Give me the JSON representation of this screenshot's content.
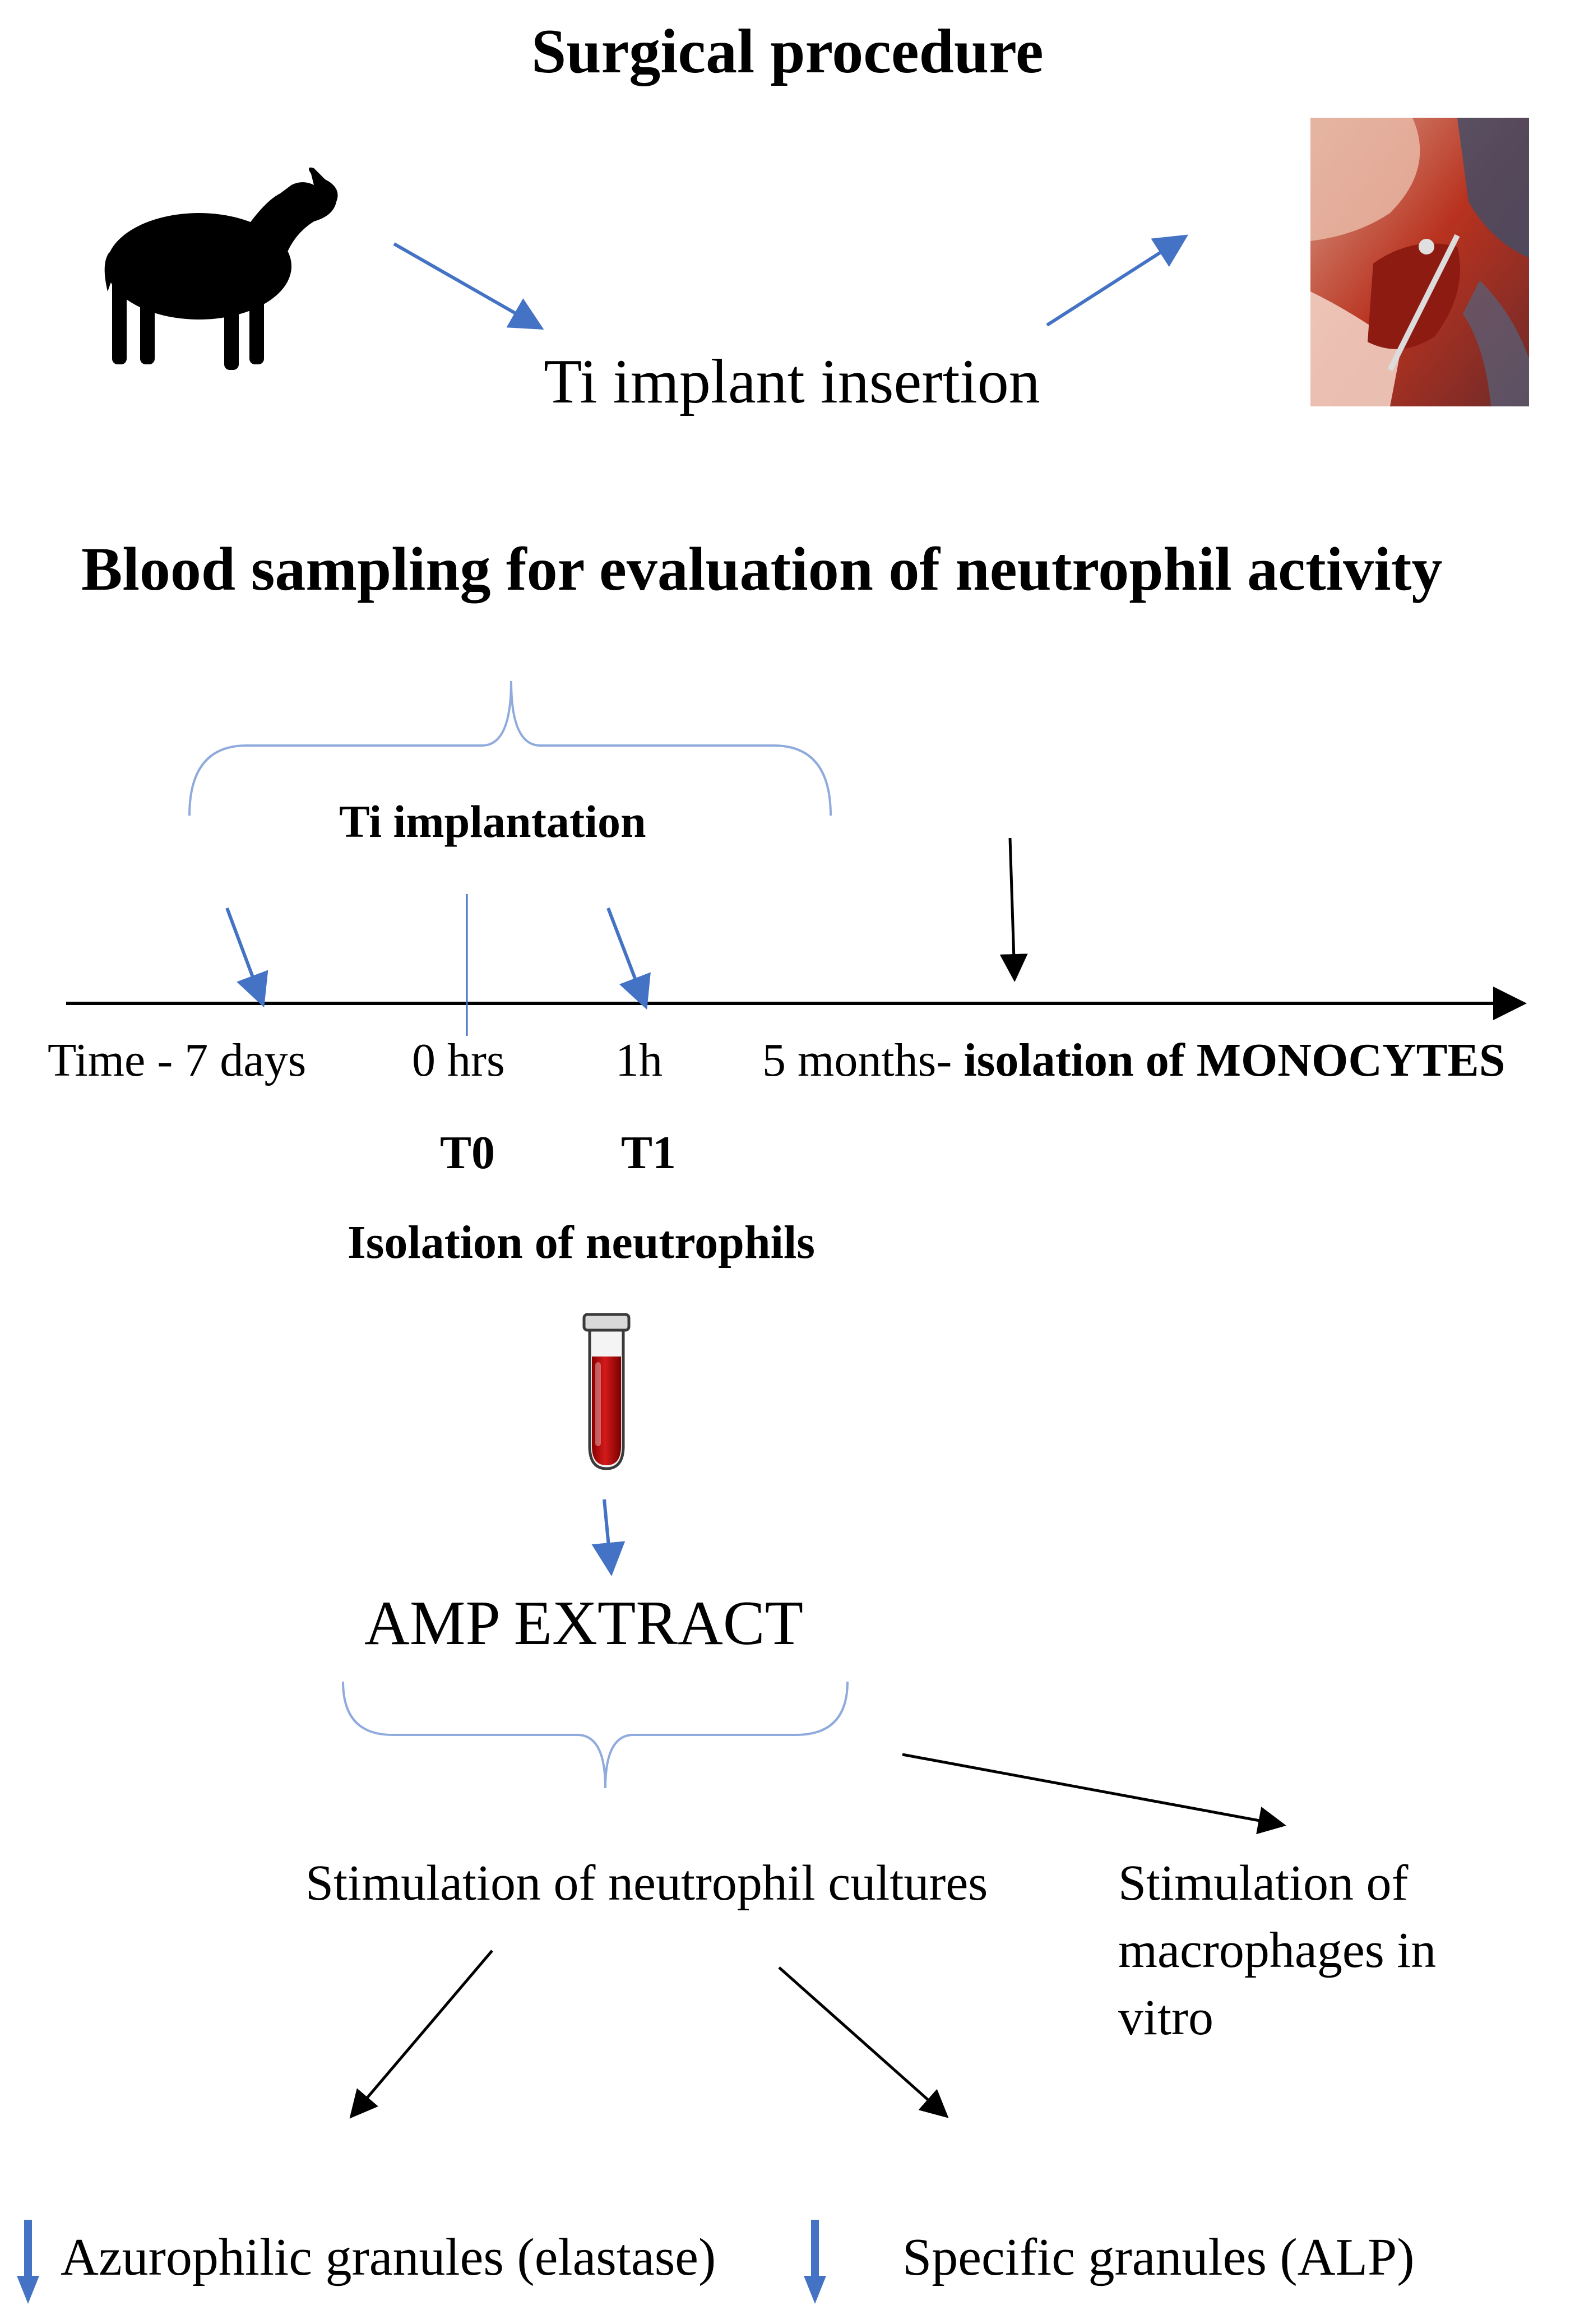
{
  "titles": {
    "surgical": "Surgical procedure",
    "blood": "Blood sampling for evaluation of neutrophil activity"
  },
  "surgery": {
    "implant_label": "Ti implant insertion",
    "sheep_icon": "sheep-silhouette-icon",
    "photo": "surgical-photo"
  },
  "timeline": {
    "bracket_label": "Ti implantation",
    "ticks": {
      "minus7": "Time - 7 days",
      "zero": "0 hrs",
      "one": "1h",
      "months_prefix": "5 months-",
      "months_bold": "isolation of MONOCYTES"
    },
    "t0": "T0",
    "t1": "T1",
    "isolation": "Isolation of neutrophils"
  },
  "extract": {
    "tube_icon": "blood-tube-icon",
    "label": "AMP EXTRACT"
  },
  "outcomes": {
    "neutrophil": "Stimulation of neutrophil cultures",
    "macrophage_line1": "Stimulation of",
    "macrophage_line2": "macrophages in",
    "macrophage_line3": "vitro",
    "azurophilic": "Azurophilic granules (elastase)",
    "specific": "Specific granules (ALP)"
  },
  "colors": {
    "accent_blue": "#4472C4",
    "bracket_blue": "#8FAADC",
    "blood_red": "#C00000"
  }
}
